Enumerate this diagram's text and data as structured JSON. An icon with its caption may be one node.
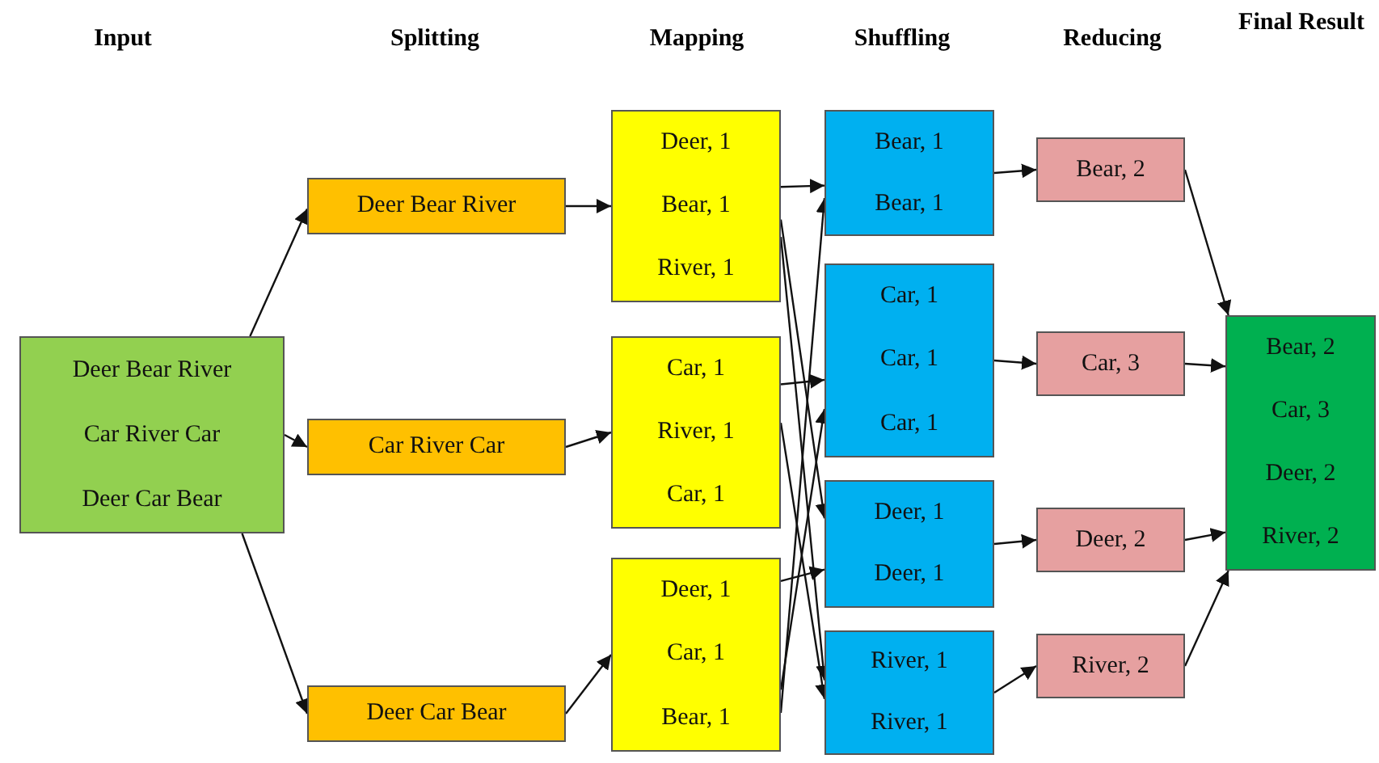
{
  "diagram": {
    "nodes": [
      {
        "text": [
          "Deer Bear River",
          "Car River Car",
          "Deer Car Bear"
        ]
      },
      {
        "text": [
          "Deer Bear River"
        ]
      },
      {
        "text": [
          "Car River Car"
        ]
      },
      {
        "text": [
          "Deer Car Bear"
        ]
      },
      {
        "text": [
          "Deer, 1",
          "Bear, 1",
          "River, 1"
        ]
      },
      {
        "text": [
          "Car, 1",
          "River, 1",
          "Car, 1"
        ]
      },
      {
        "text": [
          "Deer, 1",
          "Car, 1",
          "Bear, 1"
        ]
      },
      {
        "text": [
          "Bear, 1",
          "Bear, 1"
        ]
      },
      {
        "text": [
          "Car, 1",
          "Car, 1",
          "Car, 1"
        ]
      },
      {
        "text": [
          "Deer, 1",
          "Deer, 1"
        ]
      },
      {
        "text": [
          "River, 1",
          "River, 1"
        ]
      },
      {
        "text": [
          "Bear, 2"
        ]
      },
      {
        "text": [
          "Car, 3"
        ]
      },
      {
        "text": [
          "Deer, 2"
        ]
      },
      {
        "text": [
          "River, 2"
        ]
      },
      {
        "text": [
          "Bear, 2",
          "Car, 3",
          "Deer, 2",
          "River, 2"
        ]
      }
    ],
    "edges": [
      {
        "from": 0,
        "to": 1,
        "arrow": "to"
      },
      {
        "from": 0,
        "to": 2,
        "arrow": "to"
      },
      {
        "from": 0,
        "to": 3,
        "arrow": "to"
      },
      {
        "from": 1,
        "to": 4,
        "arrow": "to"
      },
      {
        "from": 2,
        "to": 5,
        "arrow": "to"
      },
      {
        "from": 3,
        "to": 6,
        "arrow": "to"
      },
      {
        "from": 4,
        "to": 7,
        "arrow": "to"
      },
      {
        "from": 4,
        "to": 9,
        "arrow": "to"
      },
      {
        "from": 4,
        "to": 10,
        "arrow": "to"
      },
      {
        "from": 5,
        "to": 8,
        "arrow": "to"
      },
      {
        "from": 5,
        "to": 10,
        "arrow": "to"
      },
      {
        "from": 6,
        "to": 9,
        "arrow": "to"
      },
      {
        "from": 6,
        "to": 8,
        "arrow": "to"
      },
      {
        "from": 6,
        "to": 7,
        "arrow": "to"
      },
      {
        "from": 7,
        "to": 11,
        "arrow": "to"
      },
      {
        "from": 8,
        "to": 12,
        "arrow": "to"
      },
      {
        "from": 9,
        "to": 13,
        "arrow": "to"
      },
      {
        "from": 10,
        "to": 14,
        "arrow": "to"
      },
      {
        "from": 11,
        "to": 15,
        "arrow": "to"
      },
      {
        "from": 12,
        "to": 15,
        "arrow": "to"
      },
      {
        "from": 13,
        "to": 15,
        "arrow": "to"
      },
      {
        "from": 14,
        "to": 15,
        "arrow": "to"
      }
    ],
    "labels": [
      "Input",
      "Splitting",
      "Mapping",
      "Shuffling",
      "Reducing",
      "Final Result"
    ]
  }
}
